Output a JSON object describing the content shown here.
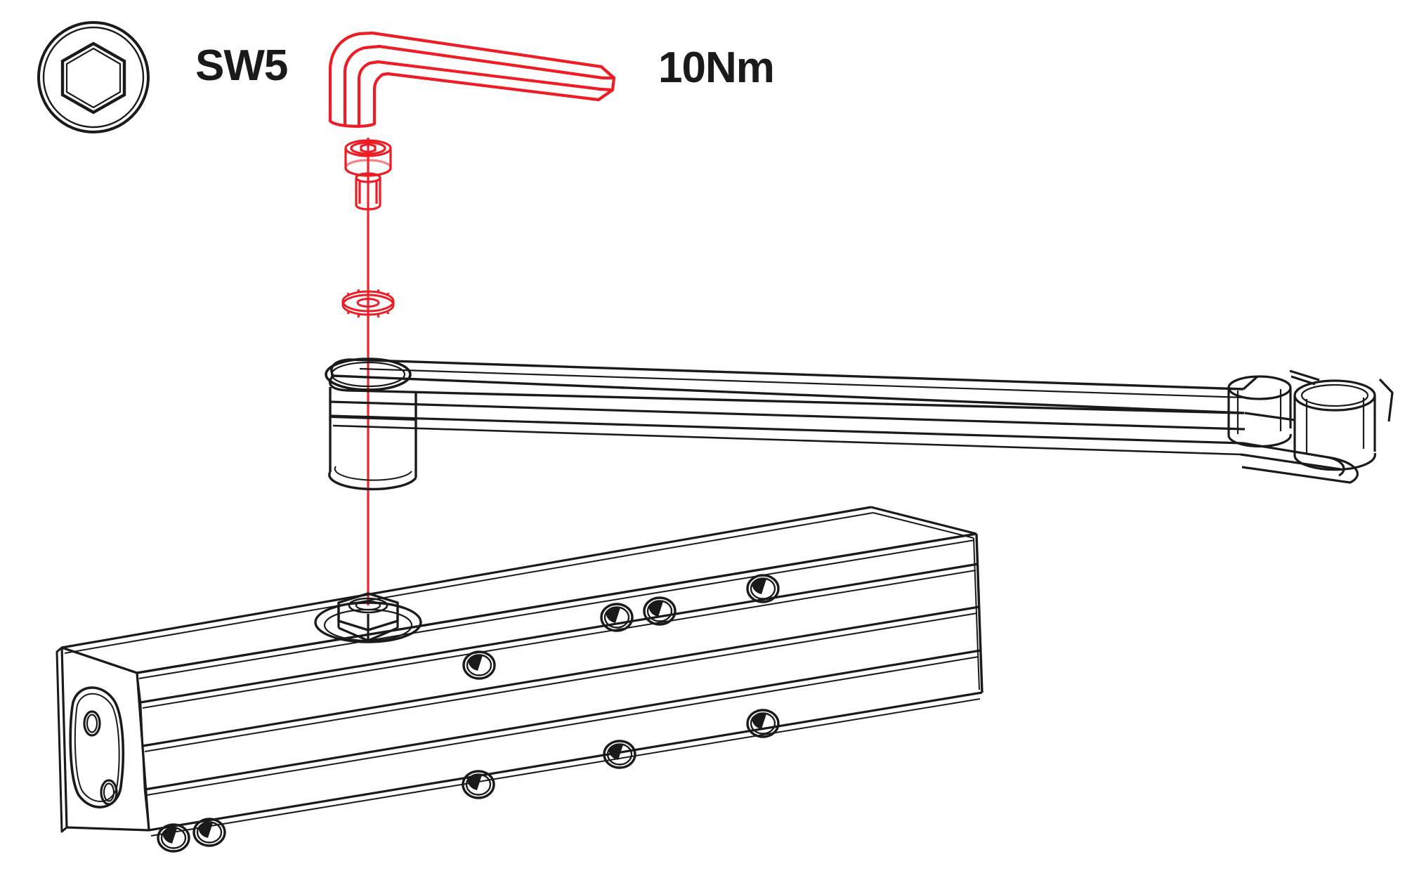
{
  "diagram": {
    "title": "Torque and tool specification assembly diagram",
    "type": "exploded-assembly-line-drawing",
    "background_color": "#ffffff",
    "line_color": "#1a1a1a",
    "highlight_color": "#ee1c25",
    "centerline_color": "#e8262f"
  },
  "tool_spec": {
    "hex_icon_name": "hex-socket-icon",
    "wrench_size_label": "SW5",
    "torque_label": "10Nm",
    "tool_name": "hex-key-allen-wrench",
    "tool_color": "#ee1c25"
  },
  "fasteners": [
    {
      "name": "socket-head-cap-screw",
      "label": "",
      "color": "#ee1c25",
      "order": 1
    },
    {
      "name": "serrated-lock-washer",
      "label": "",
      "color": "#ee1c25",
      "order": 2
    }
  ],
  "parts": [
    {
      "name": "pivot-bushing",
      "label": "",
      "color": "#1a1a1a"
    },
    {
      "name": "support-arm",
      "label": "",
      "color": "#1a1a1a"
    },
    {
      "name": "end-bracket-clevis",
      "label": "",
      "color": "#1a1a1a"
    },
    {
      "name": "mounting-boss-plate",
      "label": "",
      "color": "#1a1a1a"
    },
    {
      "name": "main-beam-profile",
      "label": "",
      "color": "#1a1a1a"
    }
  ],
  "annotations": {
    "assembly_axis_name": "vertical-assembly-centerline"
  }
}
